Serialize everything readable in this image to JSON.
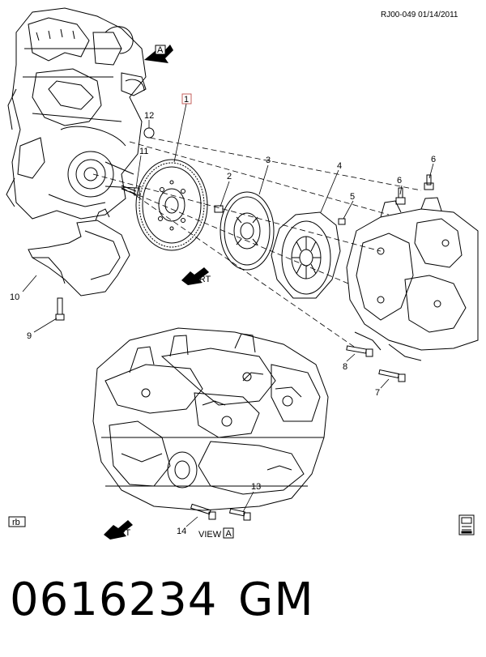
{
  "header": {
    "reference": "RJ00-049  01/14/2011"
  },
  "callouts": {
    "c1": "1",
    "c2": "2",
    "c3": "3",
    "c4": "4",
    "c5": "5",
    "c6a": "6",
    "c6b": "6",
    "c7": "7",
    "c8": "8",
    "c9": "9",
    "c10": "10",
    "c11": "11",
    "c12": "12",
    "c13": "13",
    "c14": "14"
  },
  "view_marker": "A",
  "view_label": "VIEW",
  "view_box": "A",
  "front_label": "FRT",
  "corner_tag": "rb",
  "footer": {
    "part_number": "0616234",
    "maker": "GM"
  }
}
